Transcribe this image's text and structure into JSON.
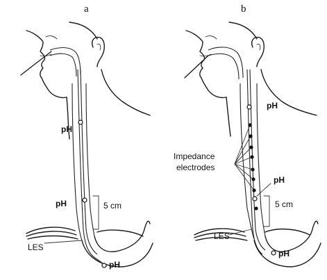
{
  "panels": [
    {
      "letter": "a",
      "labels": {
        "ph_upper": "pH",
        "ph_middle": "pH",
        "distance": "5 cm",
        "les": "LES",
        "ph_lower": "pH"
      }
    },
    {
      "letter": "b",
      "labels": {
        "ph_upper": "pH",
        "impedance_line1": "Impedance",
        "impedance_line2": "electrodes",
        "ph_middle": "pH",
        "distance": "5 cm",
        "les": "LES",
        "ph_lower": "pH"
      }
    }
  ]
}
